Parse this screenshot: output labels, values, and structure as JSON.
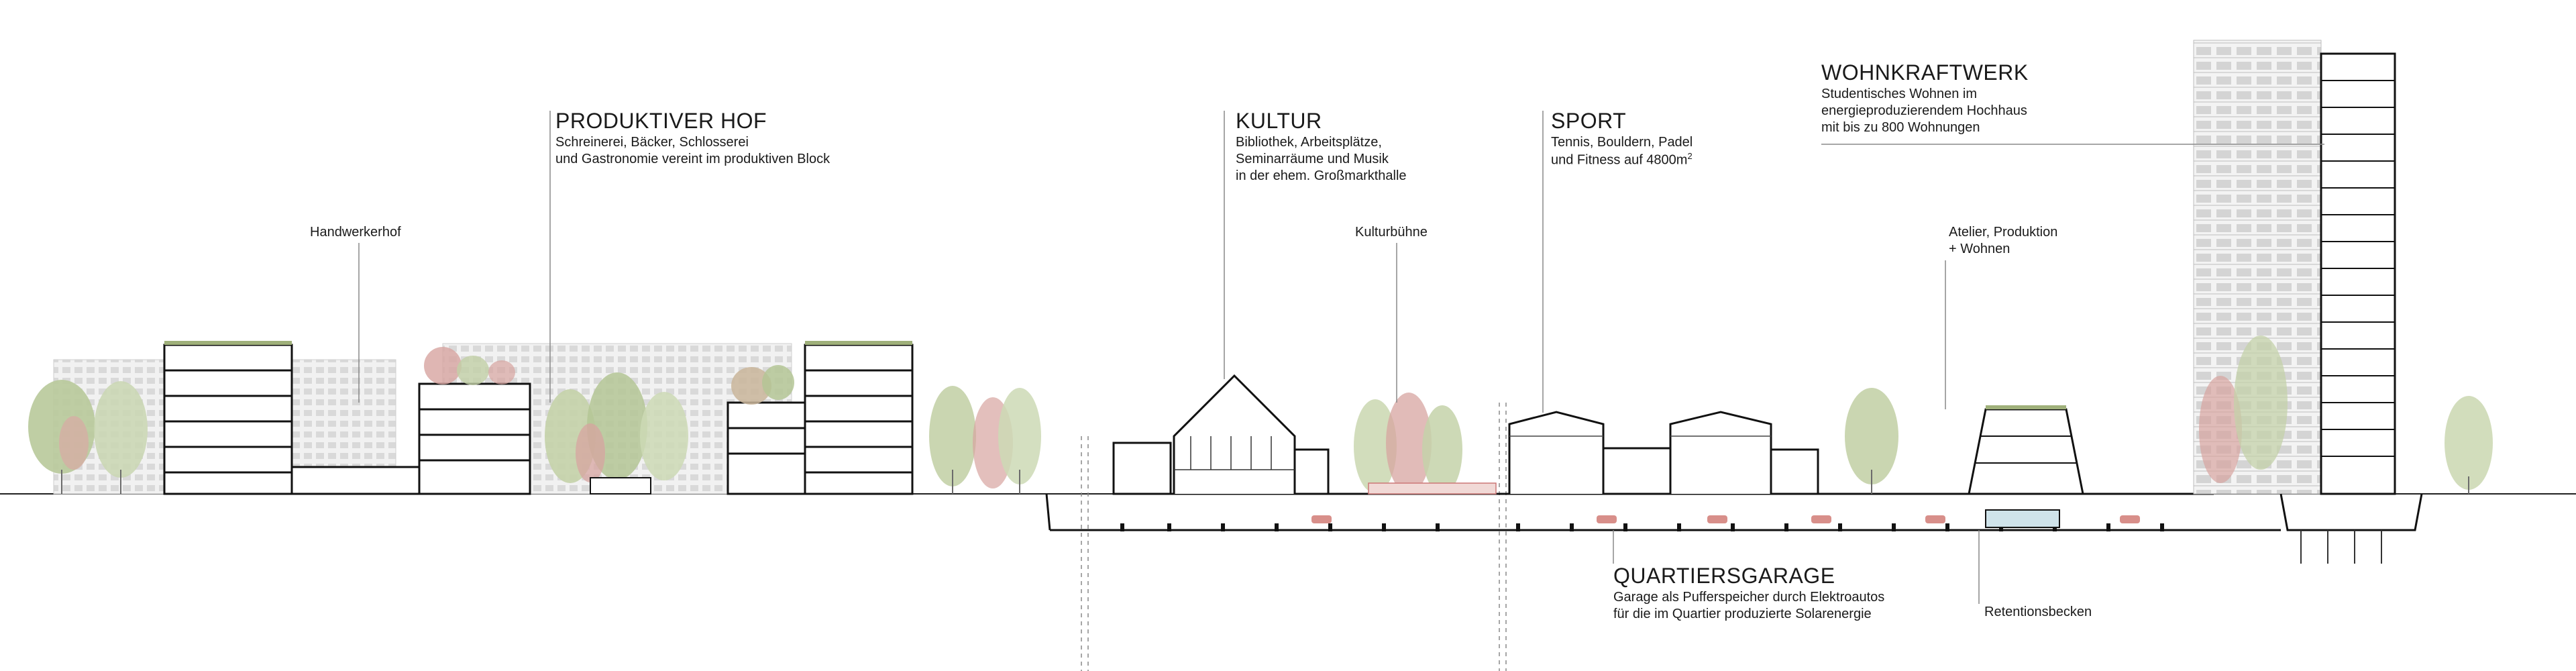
{
  "labels": {
    "produktiver_hof": {
      "title": "PRODUKTIVER HOF",
      "lines": [
        "Schreinerei, Bäcker, Schlosserei",
        "und Gastronomie vereint im produktiven Block"
      ]
    },
    "kultur": {
      "title": "KULTUR",
      "lines": [
        "Bibliothek, Arbeitsplätze,",
        "Seminarräume und Musik",
        "in der ehem. Großmarkthalle"
      ]
    },
    "sport": {
      "title": "SPORT",
      "line1": "Tennis, Bouldern, Padel",
      "line2_text": "und Fitness auf 4800m",
      "line2_sup": "2"
    },
    "wohnkraftwerk": {
      "title": "WOHNKRAFTWERK",
      "lines": [
        "Studentisches Wohnen im",
        "energieproduzierendem Hochhaus",
        "mit bis zu 800 Wohnungen"
      ]
    },
    "quartiersgarage": {
      "title": "QUARTIERSGARAGE",
      "lines": [
        "Garage als Pufferspeicher durch Elektroautos",
        "für die im Quartier produzierte Solarenergie"
      ]
    },
    "handwerkerhof": "Handwerkerhof",
    "kulturbuehne": "Kulturbühne",
    "atelier": [
      "Atelier, Produktion",
      "+ Wohnen"
    ],
    "retentionsbecken": "Retentionsbecken"
  }
}
